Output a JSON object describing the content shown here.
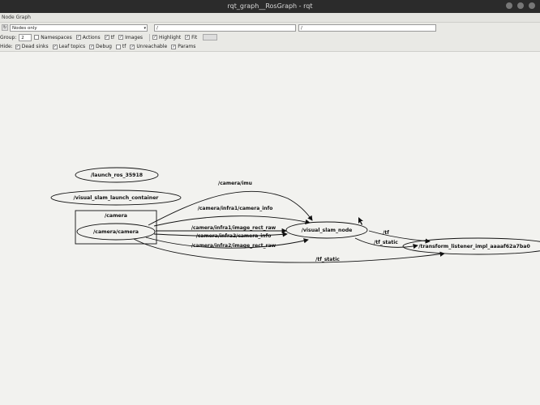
{
  "window": {
    "title": "rqt_graph__RosGraph - rqt"
  },
  "panel": {
    "title": "Node Graph"
  },
  "toolbar": {
    "mode_value": "Nodes only",
    "ns_filter_value": "/",
    "topic_filter_value": "/",
    "group_label": "Group:",
    "group_value": "2",
    "namespaces_label": "Namespaces",
    "actions_label": "Actions",
    "tf_label": "tf",
    "images_label": "Images",
    "highlight_label": "Highlight",
    "fit_label": "Fit",
    "hide_label": "Hide:",
    "dead_sinks_label": "Dead sinks",
    "leaf_topics_label": "Leaf topics",
    "debug_label": "Debug",
    "tf2_label": "tf",
    "unreachable_label": "Unreachable",
    "params_label": "Params"
  },
  "graph": {
    "nodes": {
      "launch_ros": "/launch_ros_35918",
      "vslam_container": "/visual_slam_launch_container",
      "camera_ns": "/camera",
      "camera": "/camera/camera",
      "vslam_node": "/visual_slam_node",
      "tf_listener": "/transform_listener_impl_aaaaf62a7ba0"
    },
    "edges": {
      "imu": "/camera/imu",
      "infra1_info": "/camera/infra1/camera_info",
      "infra1_raw": "/camera/infra1/image_rect_raw",
      "infra2_info": "/camera/infra2/camera_info",
      "infra2_raw": "/camera/infra2/image_rect_raw",
      "tf_static_1": "/tf_static",
      "tf": "/tf",
      "tf_static_2": "/tf_static"
    }
  }
}
